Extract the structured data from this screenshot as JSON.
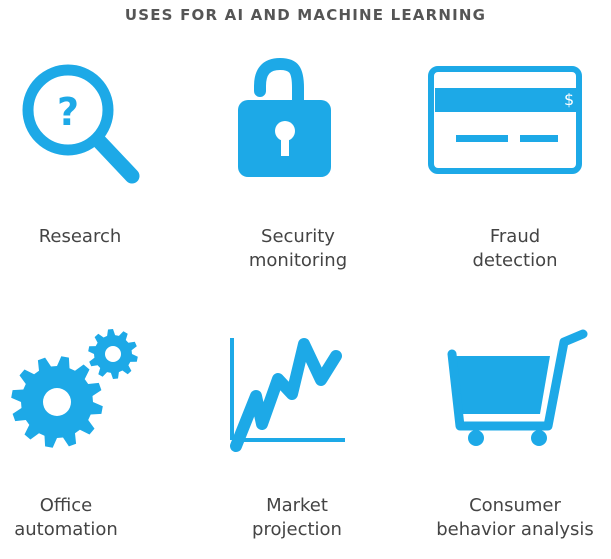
{
  "title": "USES FOR AI AND MACHINE LEARNING",
  "accent_color": "#1da9e7",
  "uses": [
    {
      "icon": "magnifier-question-icon",
      "label_lines": [
        "Research"
      ]
    },
    {
      "icon": "padlock-icon",
      "label_lines": [
        "Security",
        "monitoring"
      ]
    },
    {
      "icon": "credit-card-icon",
      "card_symbol": "$",
      "label_lines": [
        "Fraud",
        "detection"
      ]
    },
    {
      "icon": "gears-icon",
      "label_lines": [
        "Office",
        "automation"
      ]
    },
    {
      "icon": "line-chart-icon",
      "label_lines": [
        "Market",
        "projection"
      ]
    },
    {
      "icon": "shopping-cart-icon",
      "label_lines": [
        "Consumer",
        "behavior analysis"
      ]
    }
  ]
}
